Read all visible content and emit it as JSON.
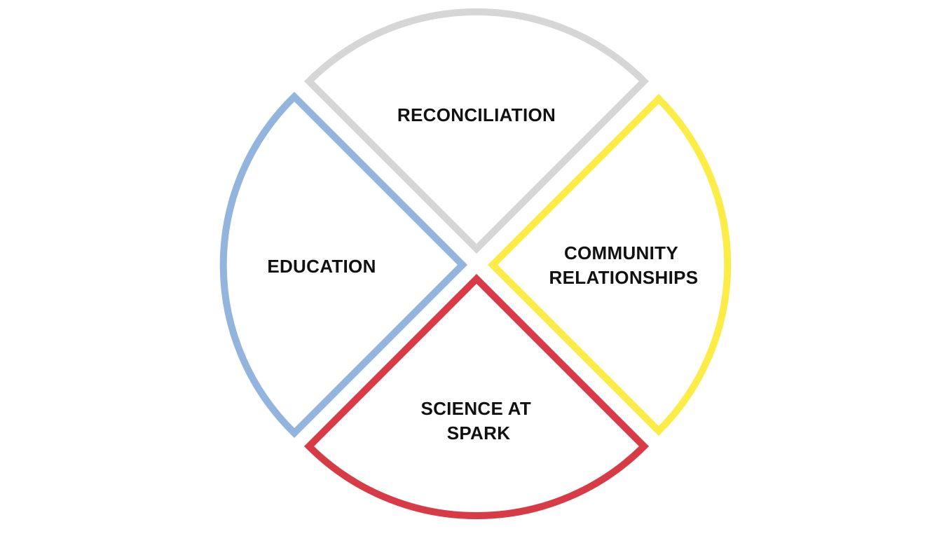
{
  "segments": [
    {
      "id": "reconciliation",
      "lines": [
        "RECONCILIATION"
      ],
      "color": "#d6d6d6"
    },
    {
      "id": "community",
      "lines": [
        "COMMUNITY",
        "RELATIONSHIPS"
      ],
      "color": "#fbec47"
    },
    {
      "id": "science",
      "lines": [
        "SCIENCE AT",
        "SPARK"
      ],
      "color": "#d73c46"
    },
    {
      "id": "education",
      "lines": [
        "EDUCATION"
      ],
      "color": "#93b5dd"
    }
  ]
}
